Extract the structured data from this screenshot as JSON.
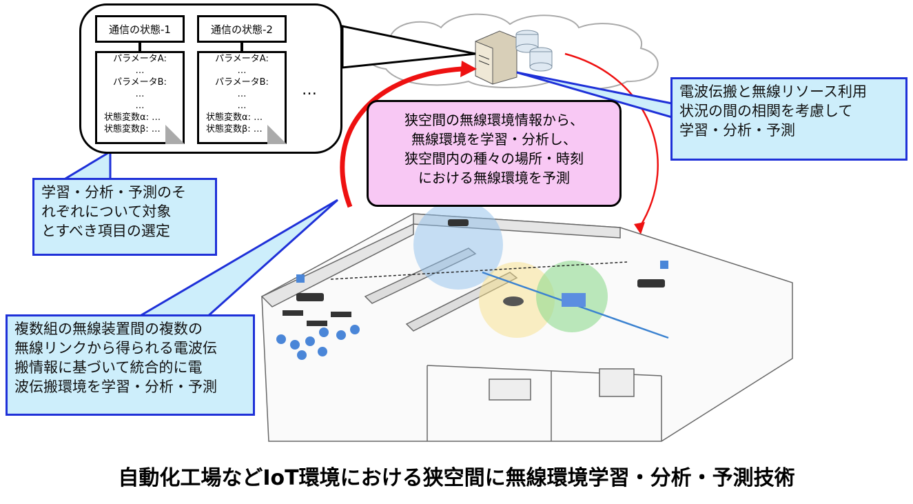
{
  "bubble": {
    "states": [
      {
        "title": "通信の状態-1",
        "lines": [
          "パラメータA:",
          "…",
          "パラメータB:",
          "…",
          "…",
          "状態変数α: …",
          "状態変数β: …"
        ]
      },
      {
        "title": "通信の状態-2",
        "lines": [
          "パラメータA:",
          "…",
          "パラメータB:",
          "…",
          "…",
          "状態変数α: …",
          "状態変数β: …"
        ]
      }
    ],
    "more": "…"
  },
  "pink_box": {
    "lines": [
      "狭空間の無線環境情報から、",
      "無線環境を学習・分析し、",
      "狭空間内の種々の場所・時刻",
      "における無線環境を予測"
    ]
  },
  "right_box": {
    "lines": [
      "電波伝搬と無線リソース利用",
      "状況の間の相関を考慮して",
      "学習・分析・予測"
    ]
  },
  "left_box_1": {
    "lines": [
      "学習・分析・予測のそ",
      "れぞれについて対象",
      "とすべき項目の選定"
    ]
  },
  "left_box_2": {
    "lines": [
      "複数組の無線装置間の複数の",
      "無線リンクから得られる電波伝",
      "搬情報に基づいて統合的に電",
      "波伝搬環境を学習・分析・予測"
    ]
  },
  "caption": "自動化工場などIoT環境における狭空間に無線環境学習・分析・予測技術",
  "colors": {
    "box_blue": "#cdeefb",
    "border_blue": "#1e30d8",
    "pink": "#f8c8f4",
    "arrow_red": "#ee1111"
  }
}
